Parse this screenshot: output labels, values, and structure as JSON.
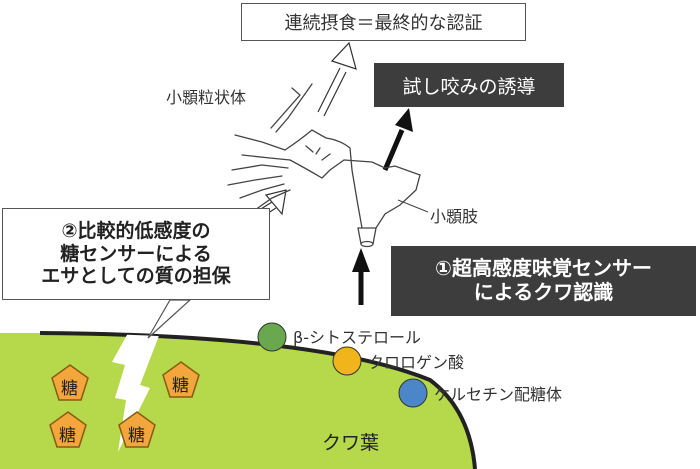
{
  "top_box": "連続摂食＝最終的な認証",
  "trial_bite_box": "試し咬みの誘導",
  "palp_label": "小顋粒状体",
  "maxillary_palp_label": "小顋肢",
  "sugar_box": {
    "line1": "②比較的低感度の",
    "line2": "糖センサーによる",
    "line3": "エサとしての質の担保"
  },
  "taste_box": {
    "line1": "①超高感度味覚センサー",
    "line2": "によるクワ認識"
  },
  "compounds": [
    {
      "label": "β-シトステロール",
      "color": "#6aa84f"
    },
    {
      "label": "クロロゲン酸",
      "color": "#f1b51c"
    },
    {
      "label": "ケルセチン配糖体",
      "color": "#4a86c8"
    }
  ],
  "sugar_badge": "糖",
  "leaf_label": "クワ葉",
  "colors": {
    "leaf": "#b5d94a",
    "sugar_badge": "#f2a63b",
    "dark_box": "#3d3d3d"
  }
}
